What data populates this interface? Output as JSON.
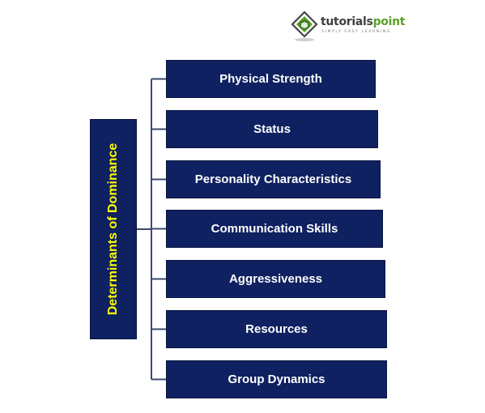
{
  "logo": {
    "word_part1": "tutorials",
    "word_part2": "point",
    "tagline": "SIMPLY EASY LEARNING"
  },
  "diagram": {
    "root": "Determinants of Dominance",
    "branches": [
      "Physical Strength",
      "Status",
      "Personality Characteristics",
      "Communication Skills",
      "Aggressiveness",
      "Resources",
      "Group Dynamics"
    ]
  },
  "colors": {
    "box_fill": "#0f2160",
    "root_text": "#ffff00",
    "branch_text": "#ffffff",
    "connector": "#3a4a6b",
    "logo_green": "#5aa02c",
    "logo_dark": "#404040"
  }
}
